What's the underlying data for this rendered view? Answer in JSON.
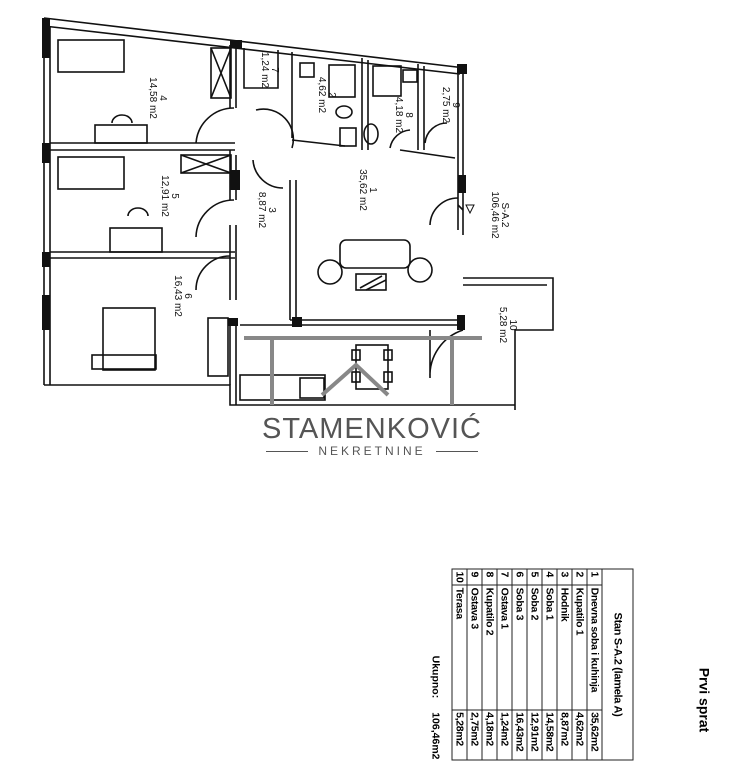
{
  "rooms": [
    {
      "num": "1",
      "area": "35,62 m2"
    },
    {
      "num": "2",
      "area": "4,62 m2"
    },
    {
      "num": "3",
      "area": "8,87 m2"
    },
    {
      "num": "4",
      "area": "14,58 m2"
    },
    {
      "num": "5",
      "area": "12,91 m2"
    },
    {
      "num": "6",
      "area": "16,43 m2"
    },
    {
      "num": "7",
      "area": "1,24 m2"
    },
    {
      "num": "8",
      "area": "4,18 m2"
    },
    {
      "num": "9",
      "area": "2,75 m2"
    },
    {
      "num": "10",
      "area": "5,28 m2"
    }
  ],
  "unit_label": {
    "name": "S-A.2",
    "area": "106,46 m2"
  },
  "logo": {
    "main": "STAMENKOVIĆ",
    "sub": "NEKRETNINE"
  },
  "table": {
    "title": "Stan S-A.2 (lamela A)",
    "rows": [
      {
        "num": "1",
        "name": "Dnevna soba i kuhinja",
        "area": "35,62m2"
      },
      {
        "num": "2",
        "name": "Kupatilo 1",
        "area": "4,62m2"
      },
      {
        "num": "3",
        "name": "Hodnik",
        "area": "8,87m2"
      },
      {
        "num": "4",
        "name": "Soba 1",
        "area": "14,58m2"
      },
      {
        "num": "5",
        "name": "Soba 2",
        "area": "12,91m2"
      },
      {
        "num": "6",
        "name": "Soba 3",
        "area": "16,43m2"
      },
      {
        "num": "7",
        "name": "Ostava 1",
        "area": "1,24m2"
      },
      {
        "num": "8",
        "name": "Kupatilo 2",
        "area": "4,18m2"
      },
      {
        "num": "9",
        "name": "Ostava 3",
        "area": "2,75m2"
      },
      {
        "num": "10",
        "name": "Terasa",
        "area": "5,28m2"
      }
    ],
    "total_label": "Ukupno:",
    "total_value": "106,46m2"
  },
  "floor_label": "Prvi sprat"
}
